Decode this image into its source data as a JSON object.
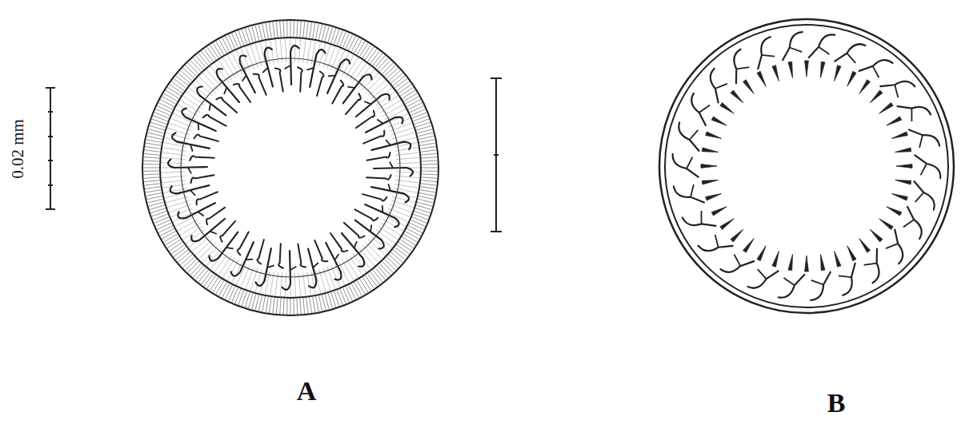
{
  "diagram": {
    "labels": [
      "0.02 mm",
      "A",
      "B"
    ]
  }
}
